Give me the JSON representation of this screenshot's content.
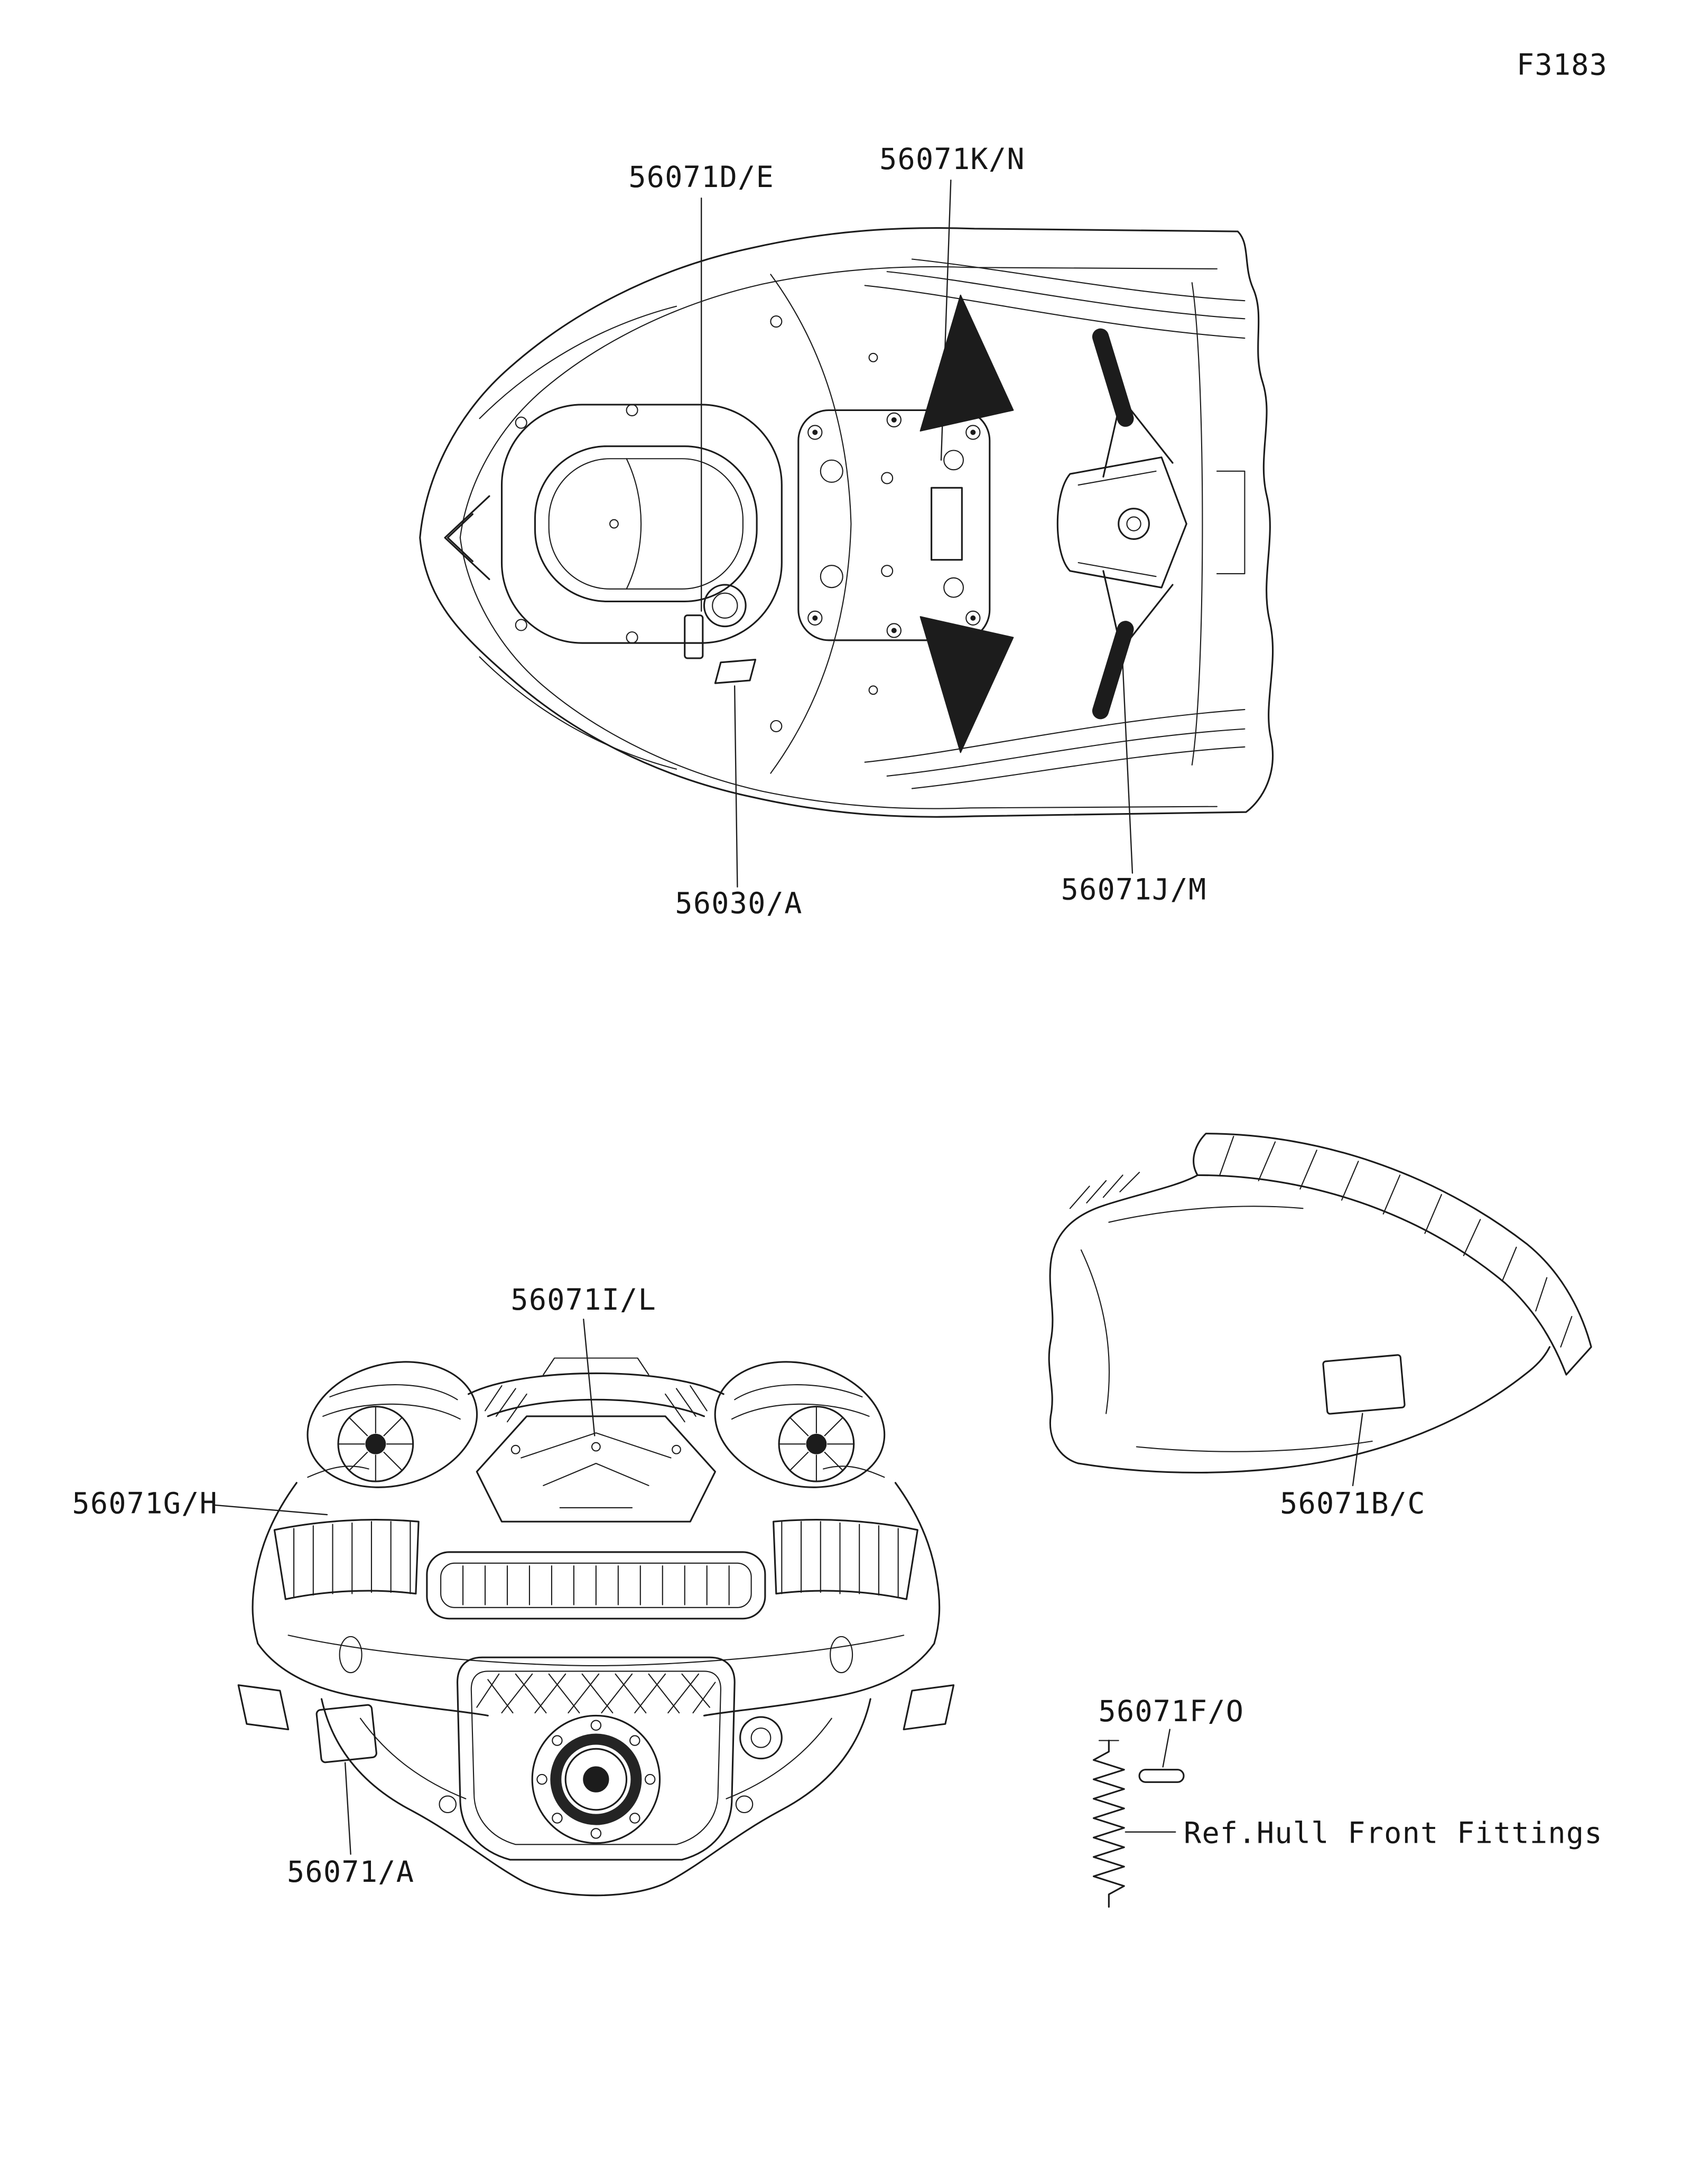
{
  "figure_code": "F3183",
  "callouts": {
    "de": "56071D/E",
    "kn": "56071K/N",
    "a30": "56030/A",
    "jm": "56071J/M",
    "il": "56071I/L",
    "gh": "56071G/H",
    "a": "56071/A",
    "bc": "56071B/C",
    "fo": "56071F/O"
  },
  "ref_note": "Ref.Hull Front Fittings"
}
